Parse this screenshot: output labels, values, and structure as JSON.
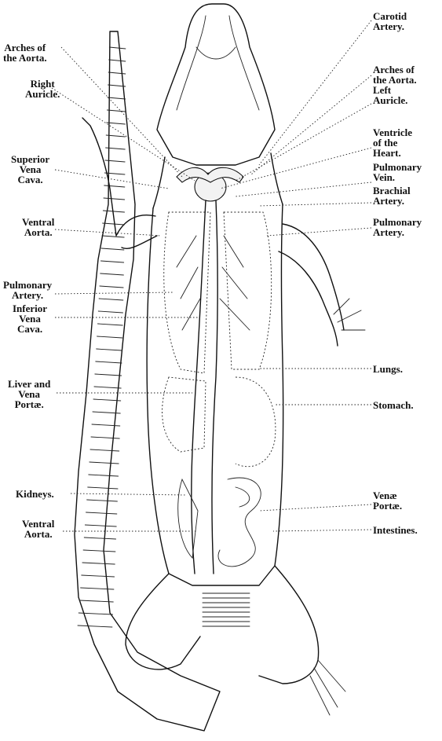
{
  "labels": {
    "left": [
      {
        "id": "arches-aorta-left",
        "lines": [
          "Arches of",
          "the Aorta."
        ]
      },
      {
        "id": "right-auricle",
        "lines": [
          "Right",
          "Auricle."
        ]
      },
      {
        "id": "superior-vena-cava",
        "lines": [
          "Superior",
          "Vena",
          "Cava."
        ]
      },
      {
        "id": "ventral-aorta-upper",
        "lines": [
          "Ventral",
          "Aorta."
        ]
      },
      {
        "id": "pulmonary-artery-left",
        "lines": [
          "Pulmonary",
          "Artery."
        ]
      },
      {
        "id": "inferior-vena-cava",
        "lines": [
          "Inferior",
          "Vena",
          "Cava."
        ]
      },
      {
        "id": "liver-vena-portae",
        "lines": [
          "Liver and",
          "Vena",
          "Portæ."
        ]
      },
      {
        "id": "kidneys",
        "lines": [
          "Kidneys."
        ]
      },
      {
        "id": "ventral-aorta-lower",
        "lines": [
          "Ventral",
          "Aorta."
        ]
      }
    ],
    "right": [
      {
        "id": "carotid-artery",
        "lines": [
          "Carotid",
          "Artery."
        ]
      },
      {
        "id": "arches-aorta-right",
        "lines": [
          "Arches of",
          "the Aorta.",
          "Left",
          "Auricle."
        ]
      },
      {
        "id": "ventricle-heart",
        "lines": [
          "Ventricle",
          "of the",
          "Heart."
        ]
      },
      {
        "id": "pulmonary-vein",
        "lines": [
          "Pulmonary",
          "Vein."
        ]
      },
      {
        "id": "brachial-artery",
        "lines": [
          "Brachial",
          "Artery."
        ]
      },
      {
        "id": "pulmonary-artery-right",
        "lines": [
          "Pulmonary",
          "Artery."
        ]
      },
      {
        "id": "lungs",
        "lines": [
          "Lungs."
        ]
      },
      {
        "id": "stomach",
        "lines": [
          "Stomach."
        ]
      },
      {
        "id": "venae-portae",
        "lines": [
          "Venæ",
          "Portæ."
        ]
      },
      {
        "id": "intestines",
        "lines": [
          "Intestines."
        ]
      }
    ]
  }
}
